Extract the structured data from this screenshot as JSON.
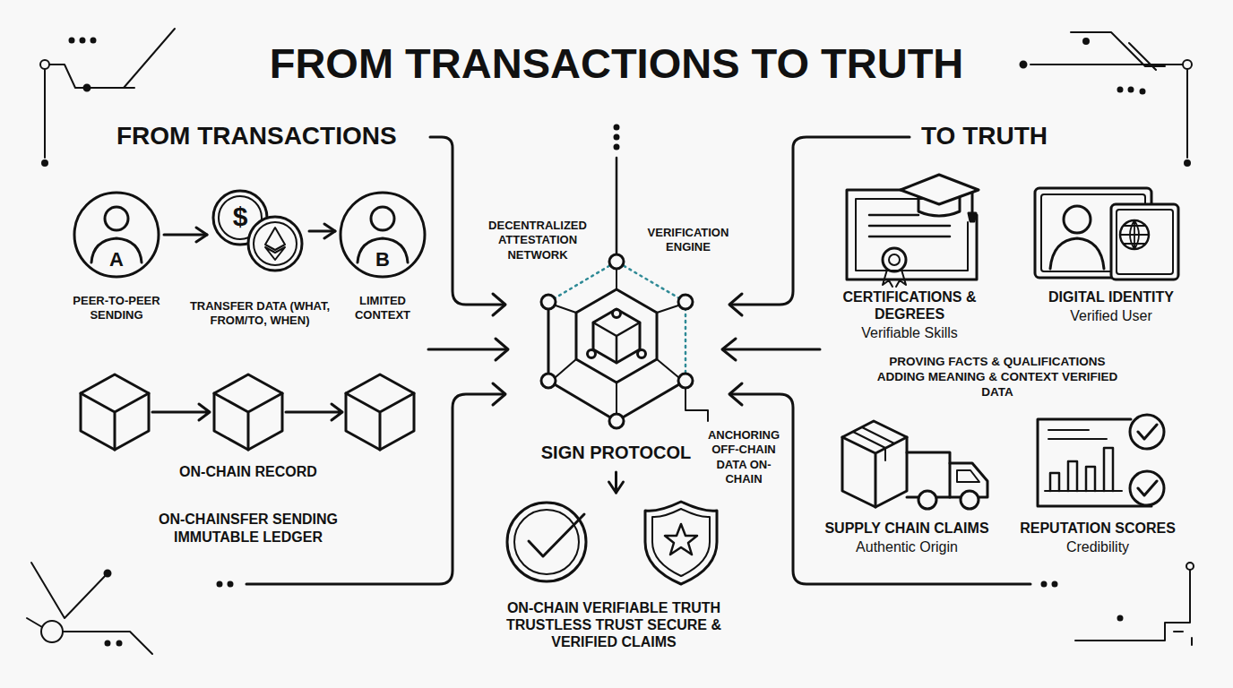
{
  "diagram": {
    "title": "FROM TRANSACTIONS TO TRUTH",
    "nodes": [
      {
        "text": [
          "A",
          "PEER-TO-PEER SENDING"
        ]
      },
      {
        "text": [
          "$",
          "TRANSFER DATA (WHAT, FROM/TO, WHEN)"
        ]
      },
      {
        "text": [
          "B",
          "LIMITED CONTEXT"
        ]
      },
      {
        "text": [
          "SIGN PROTOCOL"
        ]
      },
      {
        "text": [
          "ON-CHAIN VERIFIABLE TRUTH TRUSTLESS TRUST SECURE & VERIFIED CLAIMS"
        ]
      },
      {
        "text": [
          "CERTIFICATIONS & DEGREES",
          "Verifiable Skills"
        ]
      },
      {
        "text": [
          "DIGITAL IDENTITY",
          "Verified User"
        ]
      },
      {
        "text": [
          "SUPPLY CHAIN CLAIMS",
          "Authentic Origin"
        ]
      },
      {
        "text": [
          "REPUTATION SCORES",
          "Credibility"
        ]
      }
    ],
    "edges": [
      {
        "from": 0,
        "to": 1,
        "arrow": "to"
      },
      {
        "from": 1,
        "to": 2,
        "arrow": "to"
      },
      {
        "from": 3,
        "to": 4,
        "arrow": "to"
      }
    ],
    "labels": [
      "FROM TRANSACTIONS",
      "TO TRUTH",
      "DECENTRALIZED ATTESTATION NETWORK",
      "VERIFICATION ENGINE",
      "ANCHORING OFF-CHAIN DATA ON-CHAIN",
      "ON-CHAIN RECORD",
      "ON-CHAINSFER SENDING IMMUTABLE LEDGER",
      "PROVING FACTS & QUALIFICATIONS ADDING MEANING & CONTEXT VERIFIED DATA"
    ]
  }
}
